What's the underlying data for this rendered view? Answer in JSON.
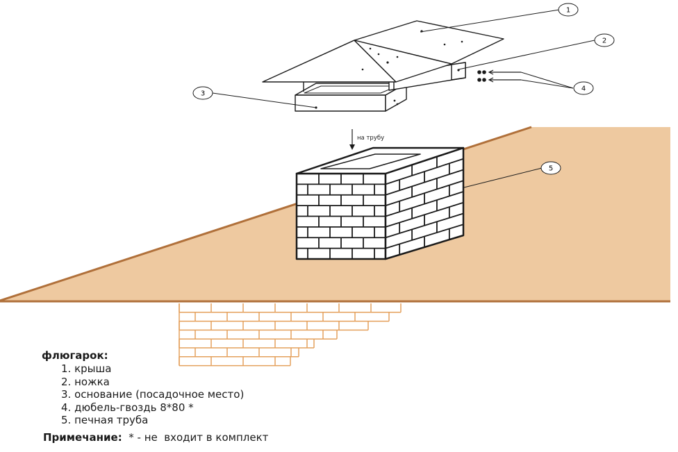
{
  "diagram": {
    "callouts": [
      {
        "number": "1",
        "target": "roof"
      },
      {
        "number": "2",
        "target": "leg"
      },
      {
        "number": "3",
        "target": "base"
      },
      {
        "number": "4",
        "target": "dowel-nails"
      },
      {
        "number": "5",
        "target": "chimney"
      }
    ],
    "arrow_label": "на трубу",
    "colors": {
      "slope_fill": "#eec9a0",
      "slope_edge": "#b0703a",
      "brick_line": "#e4a05c",
      "outline": "#1a1a1a"
    }
  },
  "legend": {
    "title": "флюгарок:",
    "items": [
      "1. крыша",
      "2. ножка",
      "3. основание (посадочное место)",
      "4. дюбель-гвоздь 8*80 *",
      "5. печная труба"
    ]
  },
  "note": {
    "label": "Примечание:",
    "text": "  * - не  входит в комплект"
  }
}
